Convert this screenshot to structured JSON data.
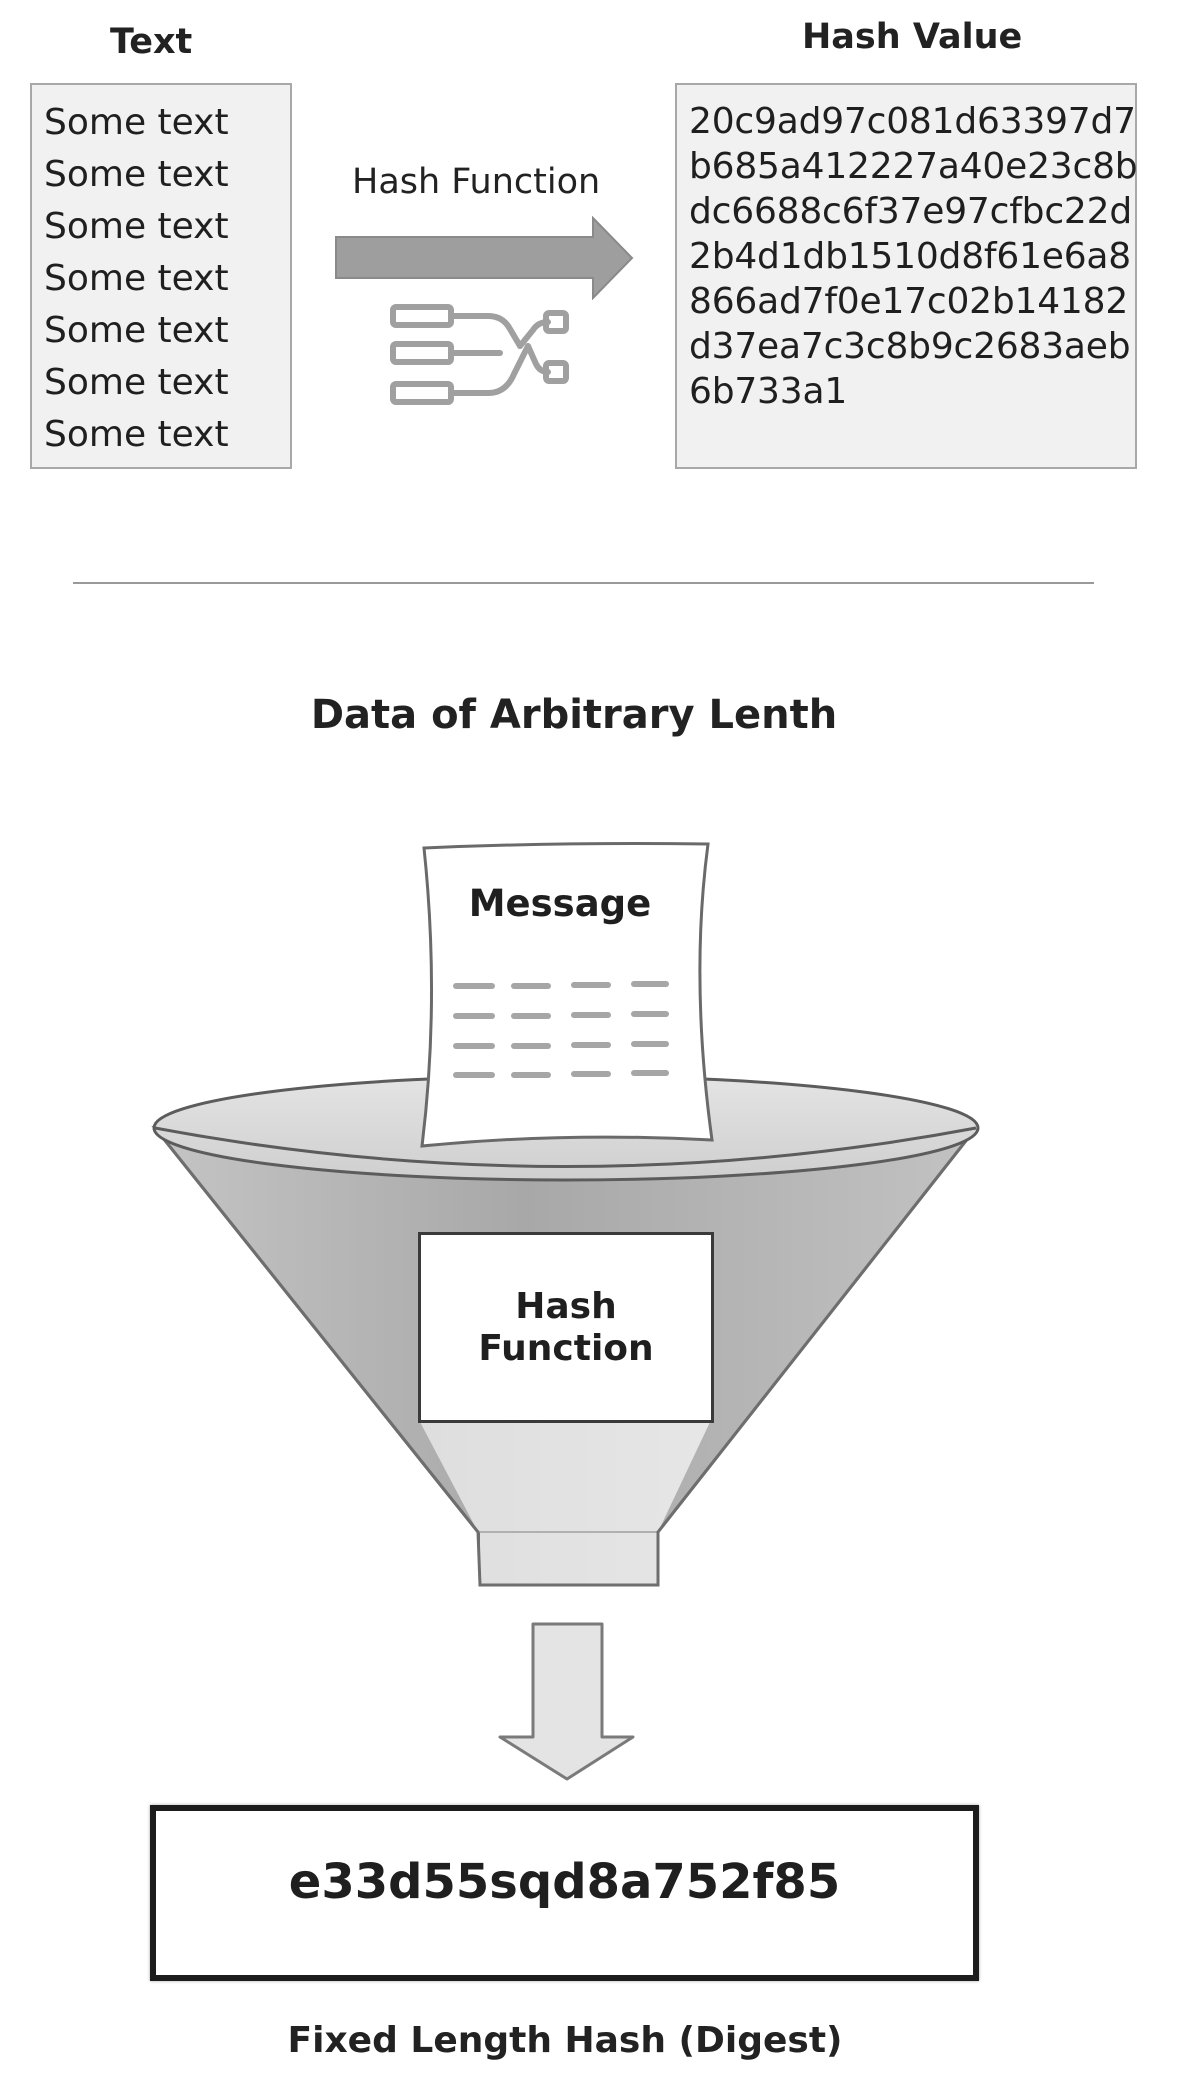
{
  "top": {
    "text_title": "Text",
    "text_lines": [
      "Some text",
      "Some text",
      "Some text",
      "Some text",
      "Some text",
      "Some text",
      "Some text"
    ],
    "hash_function_label": "Hash Function",
    "hash_value_title": "Hash Value",
    "hash_lines": [
      "20c9ad97c081d63397d7",
      "b685a412227a40e23c8b",
      "dc6688c6f37e97cfbc22d",
      "2b4d1db1510d8f61e6a8",
      "866ad7f0e17c02b14182",
      "d37ea7c3c8b9c2683aeb",
      "6b733a1"
    ],
    "arrow_icon": "right-arrow-icon",
    "flow_icon": "hash-flow-icon"
  },
  "bottom": {
    "title": "Data of Arbitrary Lenth",
    "message_label": "Message",
    "hash_function_label": "Hash\nFunction",
    "digest_value": "e33d55sqd8a752f85",
    "caption": "Fixed Length Hash (Digest)",
    "funnel_icon": "funnel-icon",
    "document_icon": "document-icon",
    "down_arrow_icon": "down-arrow-icon"
  },
  "colors": {
    "box_fill": "#f1f1f1",
    "box_border": "#a8a8a8",
    "arrow_gray": "#9e9e9e",
    "funnel_dark": "#a9a9a9",
    "funnel_light": "#d9d9d9"
  }
}
